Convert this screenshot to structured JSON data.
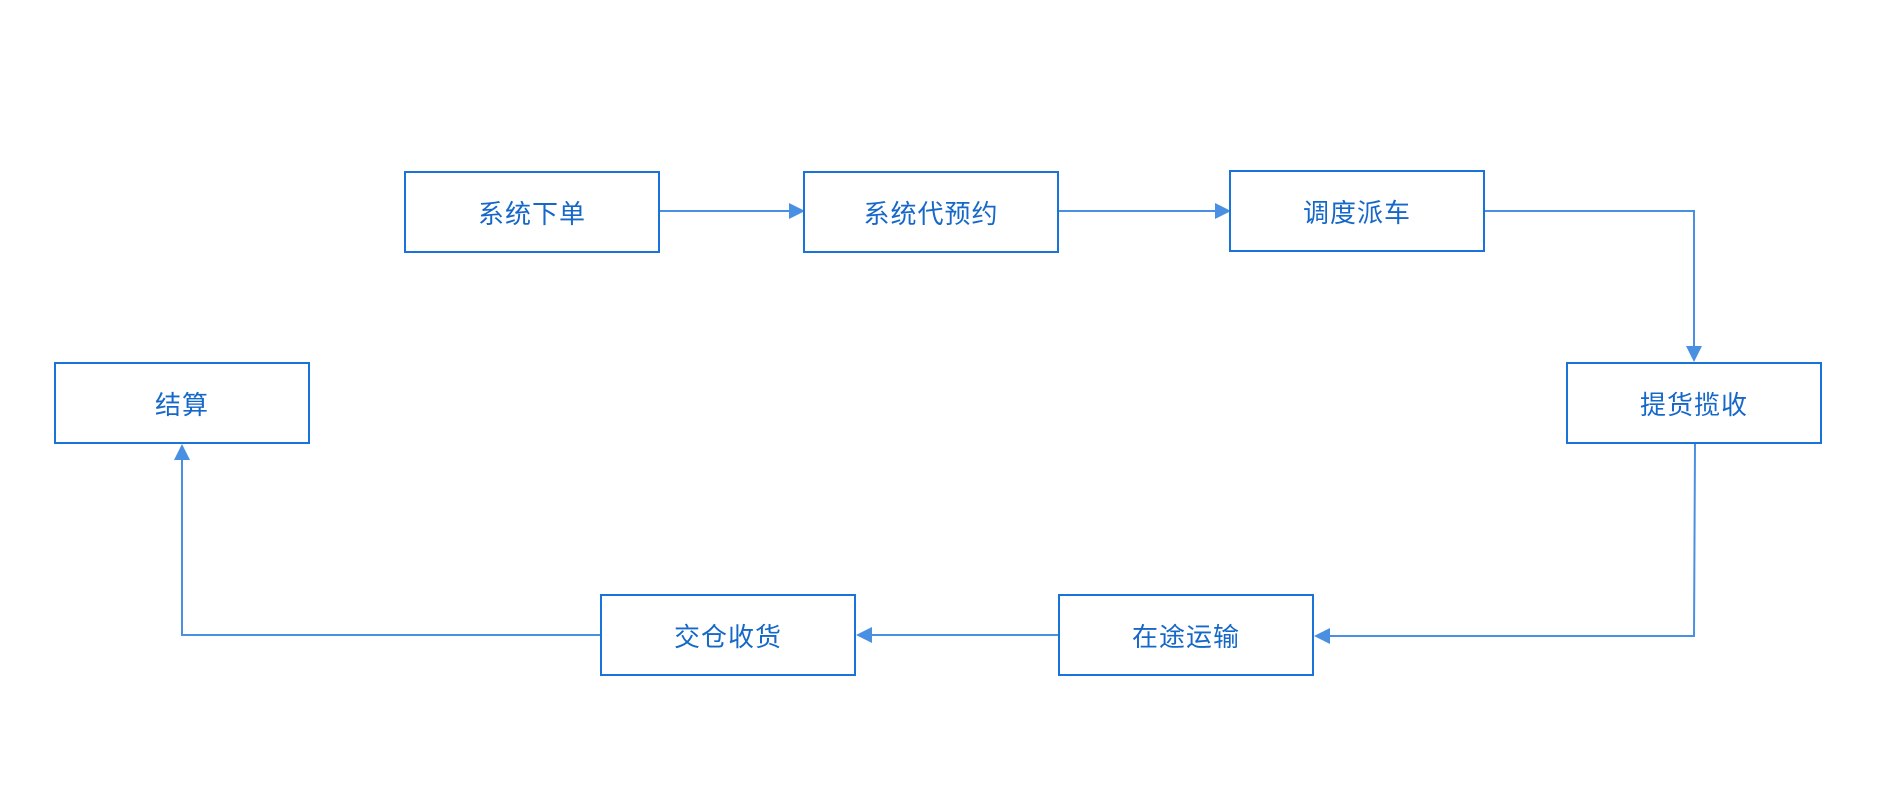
{
  "nodes": {
    "order": "系统下单",
    "reserve": "系统代预约",
    "dispatch": "调度派车",
    "pickup": "提货揽收",
    "transit": "在途运输",
    "deliver": "交仓收货",
    "settle": "结算"
  },
  "colors": {
    "node_border": "#1a73d9",
    "node_text": "#1668c8",
    "connector": "#4a90e2"
  }
}
